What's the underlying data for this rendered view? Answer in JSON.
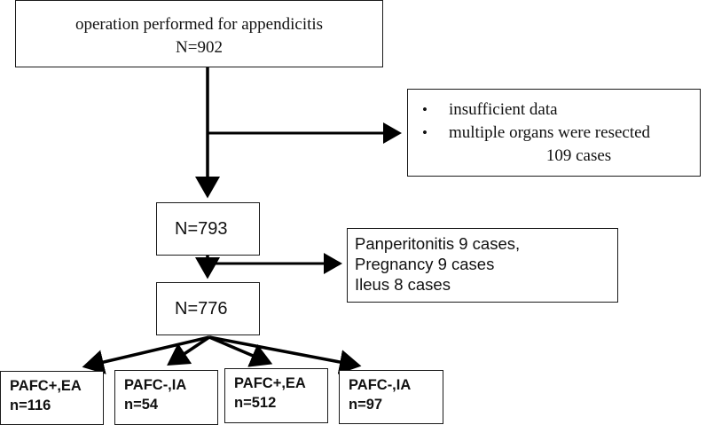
{
  "flowchart": {
    "top_box": {
      "line1": "operation performed for appendicitis",
      "line2": "N=902"
    },
    "exclusion_1": {
      "bullets": [
        "insufficient data",
        "multiple organs were resected"
      ],
      "count": "109 cases"
    },
    "n_793": "N=793",
    "exclusion_2": {
      "lines": [
        "Panperitonitis 9 cases,",
        "Pregnancy 9 cases",
        "Ileus 8 cases"
      ]
    },
    "n_776": "N=776",
    "groups": [
      {
        "label": "PAFC+,EA",
        "n": "n=116"
      },
      {
        "label": "PAFC-,IA",
        "n": "n=54"
      },
      {
        "label": "PAFC+,EA",
        "n": "n=512"
      },
      {
        "label": "PAFC-,IA",
        "n": "n=97"
      }
    ]
  },
  "colors": {
    "line": "#000000",
    "border": "#1a1a1a",
    "background": "#ffffff"
  }
}
